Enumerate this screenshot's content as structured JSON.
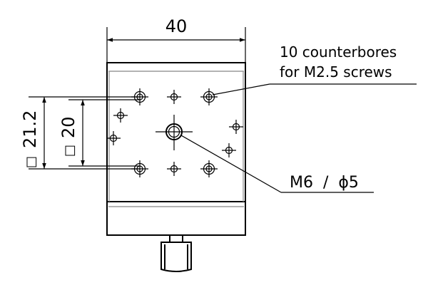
{
  "drawing": {
    "dim_width": "40",
    "dim_square_outer": "21.2",
    "dim_square_inner": "20",
    "square_symbol": "□",
    "note_line1": "10 counterbores",
    "note_line2": "for M2.5 screws",
    "center_hole_label": "M6  /  ϕ5"
  }
}
